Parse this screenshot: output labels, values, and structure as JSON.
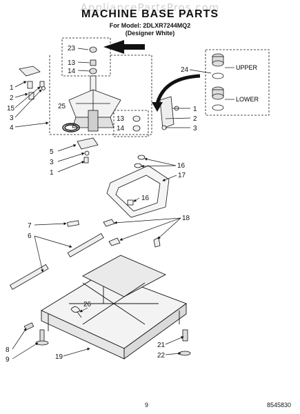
{
  "watermark": "AppliancePartsPros.com",
  "title": "MACHINE BASE PARTS",
  "model_line": "For Model: 2DLXR7244MQ2",
  "color_line": "(Designer White)",
  "page_number": "9",
  "doc_code": "8545830",
  "inset": {
    "upper_label": "UPPER",
    "lower_label": "LOWER"
  },
  "callouts": {
    "c23": "23",
    "c13a": "13",
    "c14a": "14",
    "c1a": "1",
    "c2a": "2",
    "c15": "15",
    "c3a": "3",
    "c4": "4",
    "c25": "25",
    "c24": "24",
    "c1b": "1",
    "c2b": "2",
    "c3b": "3",
    "c13b": "13",
    "c14b": "14",
    "c5": "5",
    "c3c": "3",
    "c1c": "1",
    "c16a": "16",
    "c17": "17",
    "c16b": "16",
    "c7": "7",
    "c6": "6",
    "c18": "18",
    "c26": "26",
    "c8": "8",
    "c9": "9",
    "c19": "19",
    "c21": "21",
    "c22": "22"
  }
}
